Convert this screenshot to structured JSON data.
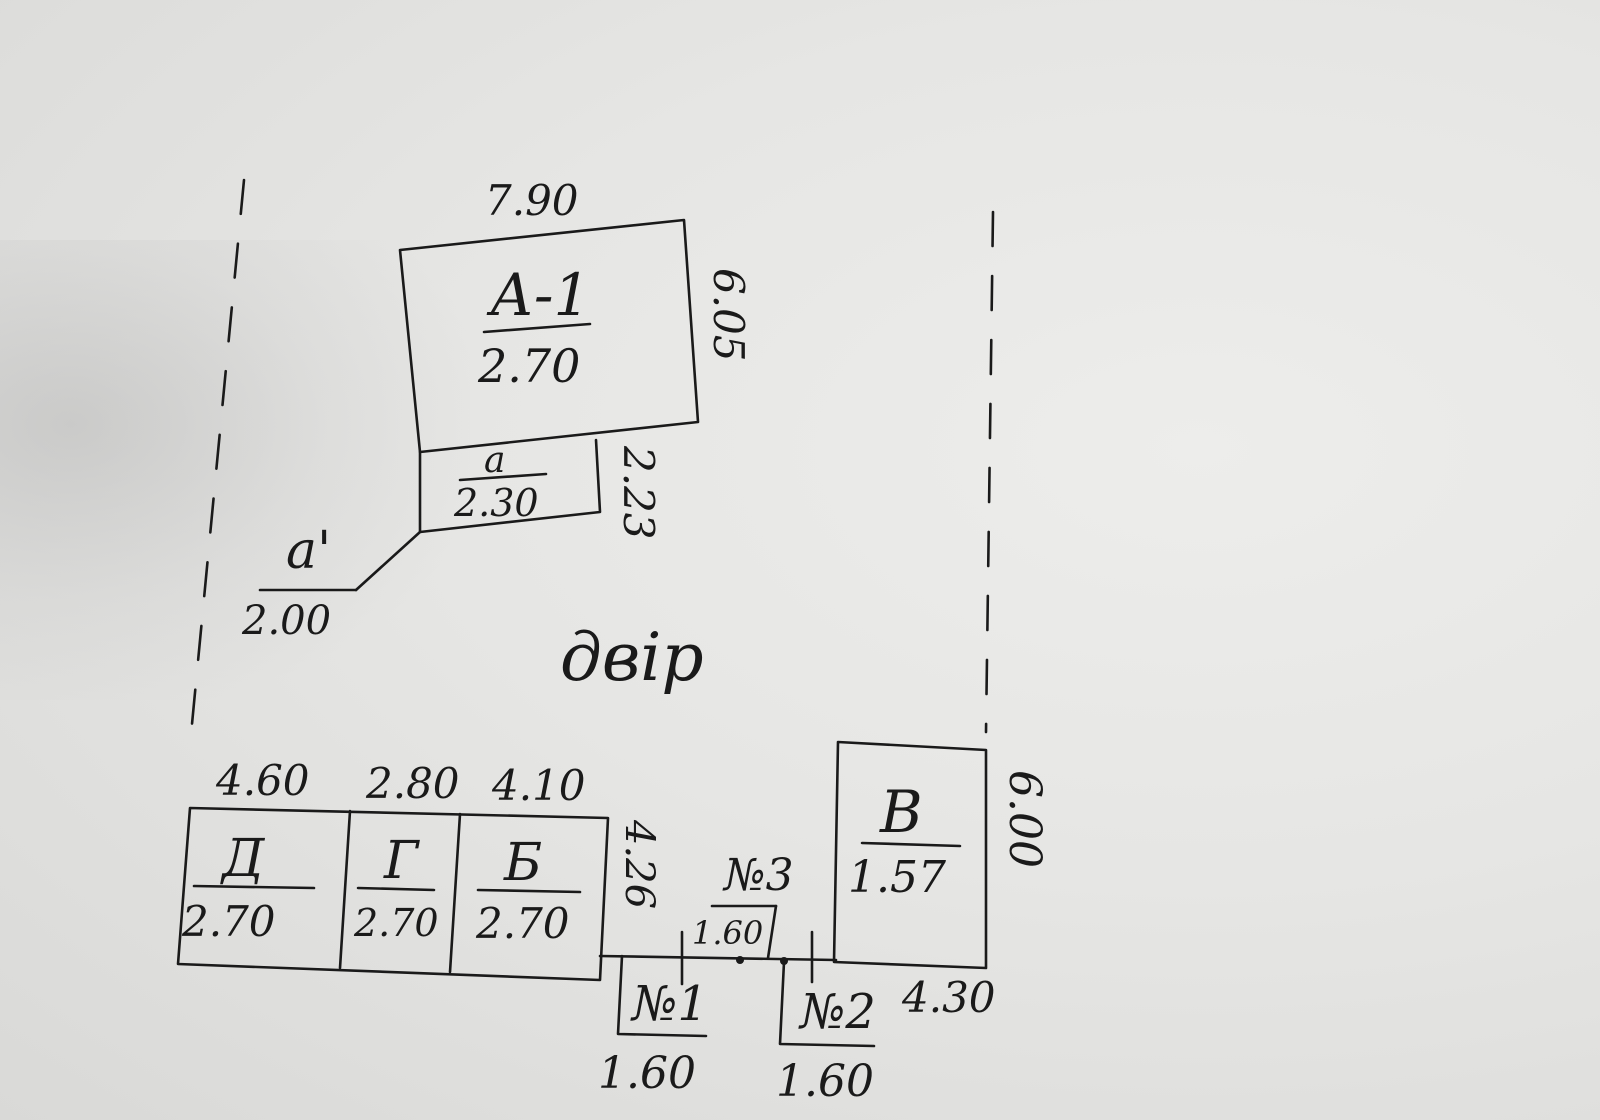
{
  "colors": {
    "ink": "#1a1a1a",
    "paper": "#e6e6e4"
  },
  "buildings": {
    "a1": {
      "name": "А-1",
      "height": "2.70",
      "width": "7.90",
      "depth": "6.05"
    },
    "a": {
      "name": "а",
      "height": "2.30",
      "depth": "2.23"
    },
    "a_prime": {
      "name": "а'",
      "height": "2.00"
    },
    "d": {
      "name": "Д",
      "height": "2.70",
      "width": "4.60"
    },
    "g": {
      "name": "Г",
      "height": "2.70",
      "width": "2.80"
    },
    "b": {
      "name": "Б",
      "height": "2.70",
      "width": "4.10",
      "depth": "4.26"
    },
    "v": {
      "name": "В",
      "height": "1.57",
      "depth": "6.00",
      "width": "4.30"
    },
    "n1": {
      "name": "№1",
      "width": "1.60"
    },
    "n2": {
      "name": "№2",
      "width": "1.60"
    },
    "n3": {
      "name": "№3",
      "width": "1.60"
    }
  },
  "yard_label": "двір"
}
